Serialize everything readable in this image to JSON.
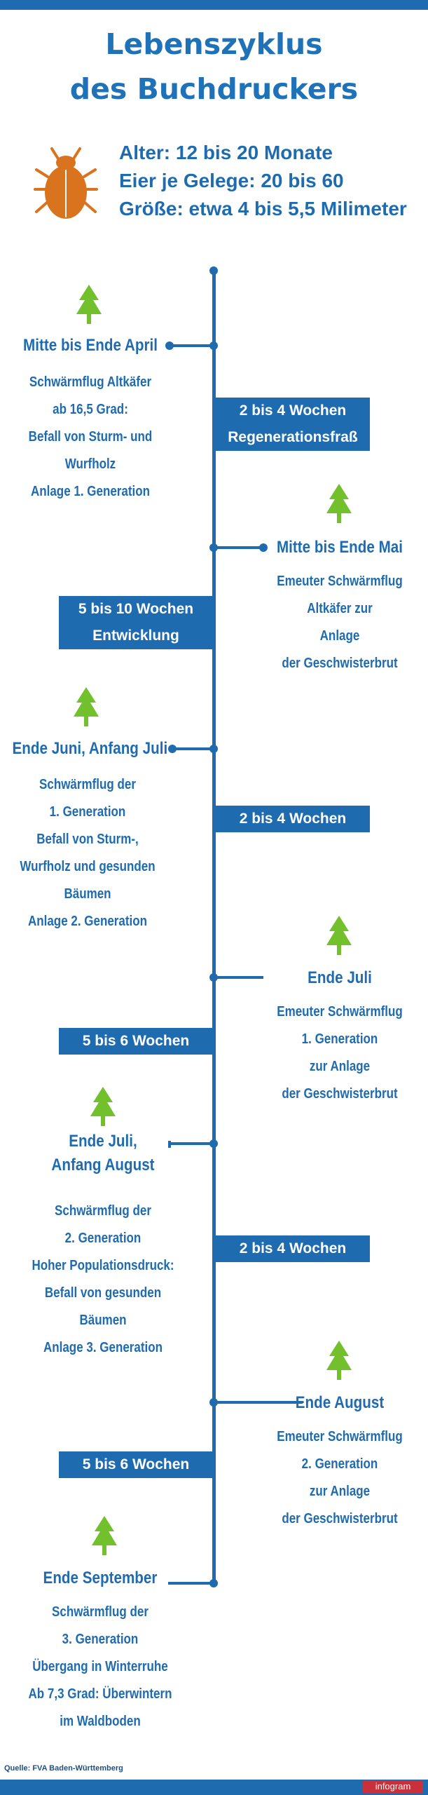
{
  "title": {
    "line1": "Lebenszyklus",
    "line2": "des Buchdruckers"
  },
  "facts": [
    "Alter: 12 bis 20 Monate",
    "Eier je Gelege: 20 bis 60",
    "Größe: etwa 4 bis 5,5 Milimeter"
  ],
  "icons": {
    "beetle": "beetle-icon",
    "tree": "tree-icon"
  },
  "colors": {
    "primary": "#1f6bb0",
    "beetle": "#d9731e",
    "tree": "#72c02c",
    "brand": "#c8303a"
  },
  "events": [
    {
      "heading": "Mitte bis Ende April",
      "lines": [
        "Schwärmflug Altkäfer",
        "ab 16,5 Grad:",
        "Befall von Sturm- und",
        "Wurfholz",
        "Anlage 1. Generation"
      ]
    },
    {
      "heading": "Mitte bis Ende Mai",
      "lines": [
        "Emeuter Schwärmflug",
        "Altkäfer zur",
        "Anlage",
        "der Geschwisterbrut"
      ]
    },
    {
      "heading": "Ende Juni, Anfang Juli",
      "lines": [
        "Schwärmflug der",
        "1. Generation",
        "Befall von Sturm-,",
        "Wurfholz und gesunden",
        "Bäumen",
        "Anlage 2. Generation"
      ]
    },
    {
      "heading": "Ende Juli",
      "lines": [
        "Emeuter Schwärmflug",
        "1. Generation",
        "zur Anlage",
        "der Geschwisterbrut"
      ]
    },
    {
      "heading_lines": [
        "Ende Juli,",
        "Anfang August"
      ],
      "lines": [
        "Schwärmflug der",
        "2. Generation",
        "Hoher Populationsdruck:",
        "Befall von gesunden",
        "Bäumen",
        "Anlage 3. Generation"
      ]
    },
    {
      "heading": "Ende August",
      "lines": [
        "Emeuter Schwärmflug",
        "2. Generation",
        "zur Anlage",
        "der Geschwisterbrut"
      ]
    },
    {
      "heading": "Ende September",
      "lines": [
        "Schwärmflug der",
        "3. Generation",
        "Übergang in Winterruhe",
        "Ab 7,3 Grad: Überwintern",
        "im Waldboden"
      ]
    }
  ],
  "durations": [
    {
      "lines": [
        "2 bis 4 Wochen",
        "Regenerationsfraß"
      ]
    },
    {
      "lines": [
        "5 bis 10 Wochen",
        "Entwicklung"
      ]
    },
    {
      "lines": [
        "2 bis 4 Wochen"
      ]
    },
    {
      "lines": [
        "5 bis 6 Wochen"
      ]
    },
    {
      "lines": [
        "2 bis 4 Wochen"
      ]
    },
    {
      "lines": [
        "5 bis 6 Wochen"
      ]
    }
  ],
  "source": "Quelle: FVA Baden-Württemberg",
  "brand": "infogram"
}
